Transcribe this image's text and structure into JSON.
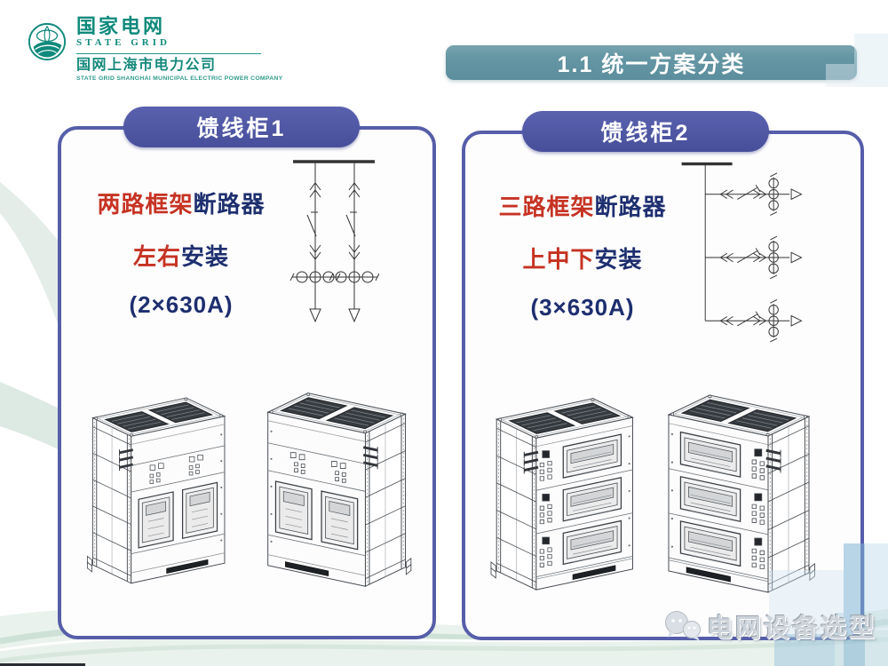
{
  "logo": {
    "brand_cn": "国家电网",
    "brand_en": "STATE GRID",
    "company_cn": "国网上海市电力公司",
    "company_en": "STATE GRID SHANGHAI MUNICIPAL ELECTRIC POWER COMPANY"
  },
  "title": {
    "text": "1.1 统一方案分类"
  },
  "panels": [
    {
      "header": "馈线柜1",
      "spec_line1": {
        "highlight": "两路框架",
        "rest": "断路器"
      },
      "spec_line2": {
        "highlight": "左右",
        "rest": "安装"
      },
      "spec_line3": "(2×630A)",
      "diagram": "two-feeder single-line diagram",
      "cabinets": "two frame circuit breakers mounted side by side"
    },
    {
      "header": "馈线柜2",
      "spec_line1": {
        "highlight": "三路框架",
        "rest": "断路器"
      },
      "spec_line2": {
        "highlight": "上中下",
        "rest": "安装"
      },
      "spec_line3": "(3×630A)",
      "diagram": "three-branch single-line diagram",
      "cabinets": "three frame circuit breakers stacked top-middle-bottom"
    }
  ],
  "watermark": {
    "text": "电网设备选型"
  },
  "colors": {
    "accent_indigo": "#565eaa",
    "banner_teal": "#6496a4",
    "highlight_red": "#c63323",
    "text_navy": "#1e2f6f",
    "logo_teal": "#0f8a7c"
  }
}
